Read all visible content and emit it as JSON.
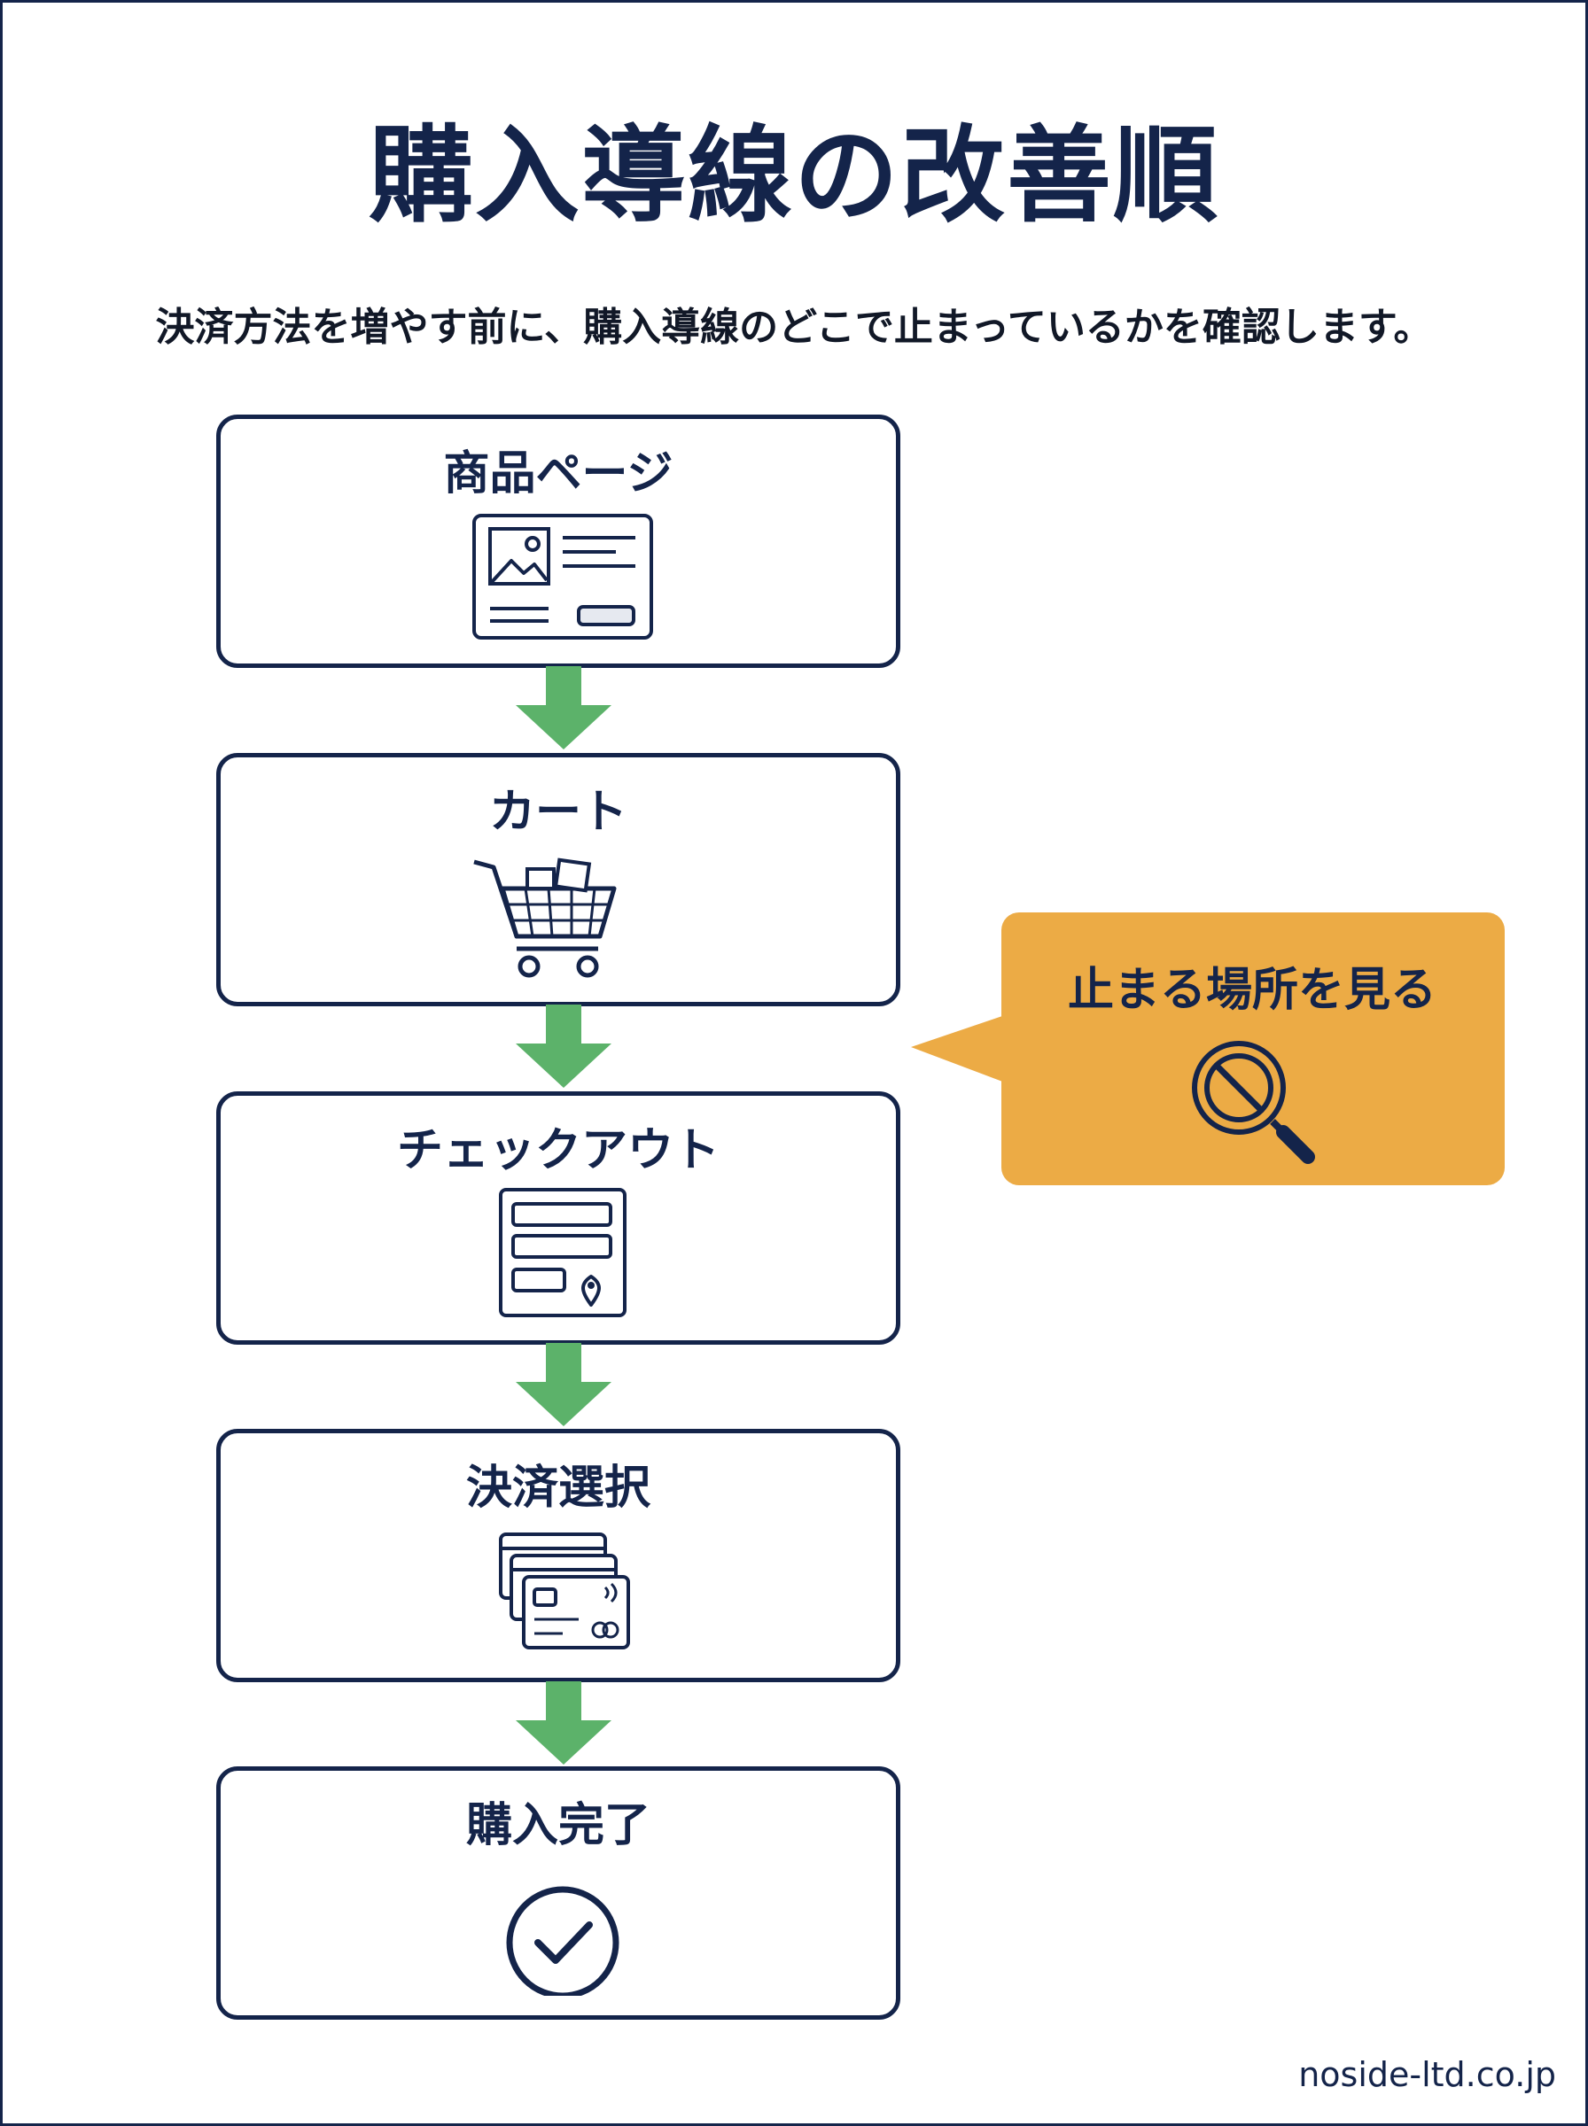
{
  "title": "購入導線の改善順",
  "subtitle": "決済方法を増やす前に、購入導線のどこで止まっているかを確認します。",
  "steps": [
    {
      "label": "商品ページ",
      "icon": "product-page-icon"
    },
    {
      "label": "カート",
      "icon": "shopping-cart-icon"
    },
    {
      "label": "チェックアウト",
      "icon": "checkout-form-icon"
    },
    {
      "label": "決済選択",
      "icon": "payment-cards-icon"
    },
    {
      "label": "購入完了",
      "icon": "check-circle-icon"
    }
  ],
  "callout": {
    "text": "止まる場所を見る",
    "icon": "search-block-icon"
  },
  "footer": "noside-ltd.co.jp",
  "colors": {
    "navy": "#14244a",
    "arrow_green": "#5cb26a",
    "callout_orange": "#ecab45",
    "background": "#ffffff"
  }
}
